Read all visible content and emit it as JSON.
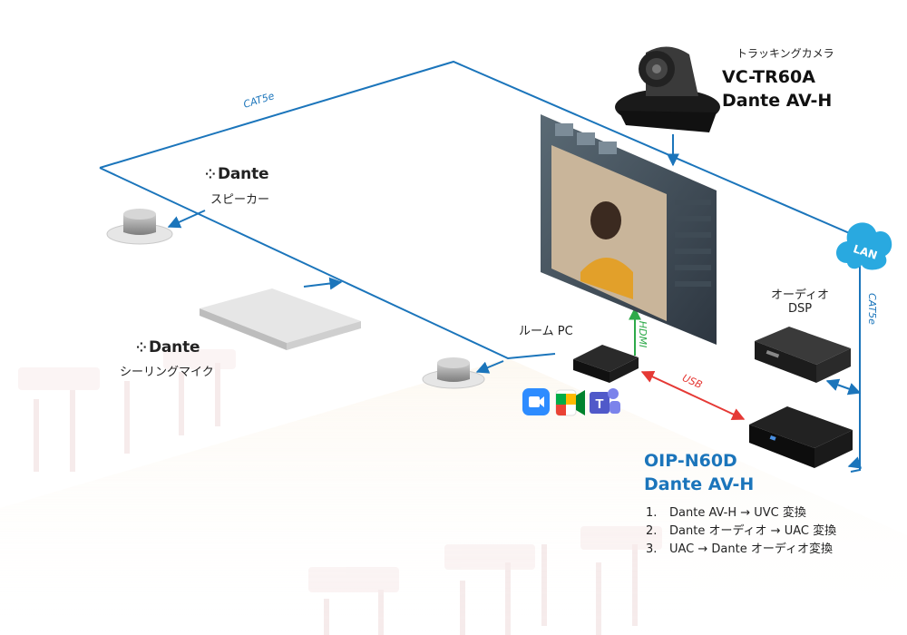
{
  "camera": {
    "category": "トラッキングカメラ",
    "model_line1": "VC-TR60A",
    "model_line2": "Dante AV-H"
  },
  "speaker": {
    "brand": "Dante",
    "label": "スピーカー"
  },
  "ceiling_mic": {
    "brand": "Dante",
    "label": "シーリングマイク"
  },
  "room_pc": {
    "label": "ルーム PC"
  },
  "dsp": {
    "line1": "オーディオ",
    "line2": "DSP"
  },
  "lan": {
    "label": "LAN"
  },
  "connections": {
    "cat_top": "CAT5e",
    "cat_right": "CAT5e",
    "hdmi": "HDMI",
    "usb": "USB"
  },
  "device": {
    "model_line1": "OIP-N60D",
    "model_line2": "Dante AV-H",
    "steps": [
      {
        "num": "1.",
        "text": "Dante AV-H → UVC 変換"
      },
      {
        "num": "2.",
        "text": "Dante オーディオ → UAC 変換"
      },
      {
        "num": "3.",
        "text": "UAC → Dante オーディオ変換"
      }
    ]
  },
  "colors": {
    "network_line": "#1b75bb",
    "hdmi_line": "#2eaa4a",
    "usb_line": "#e53935",
    "accent_blue": "#1b75bb",
    "lan_cloud": "#29a9e0"
  },
  "icons": [
    "zoom-icon",
    "google-meet-icon",
    "teams-icon"
  ]
}
